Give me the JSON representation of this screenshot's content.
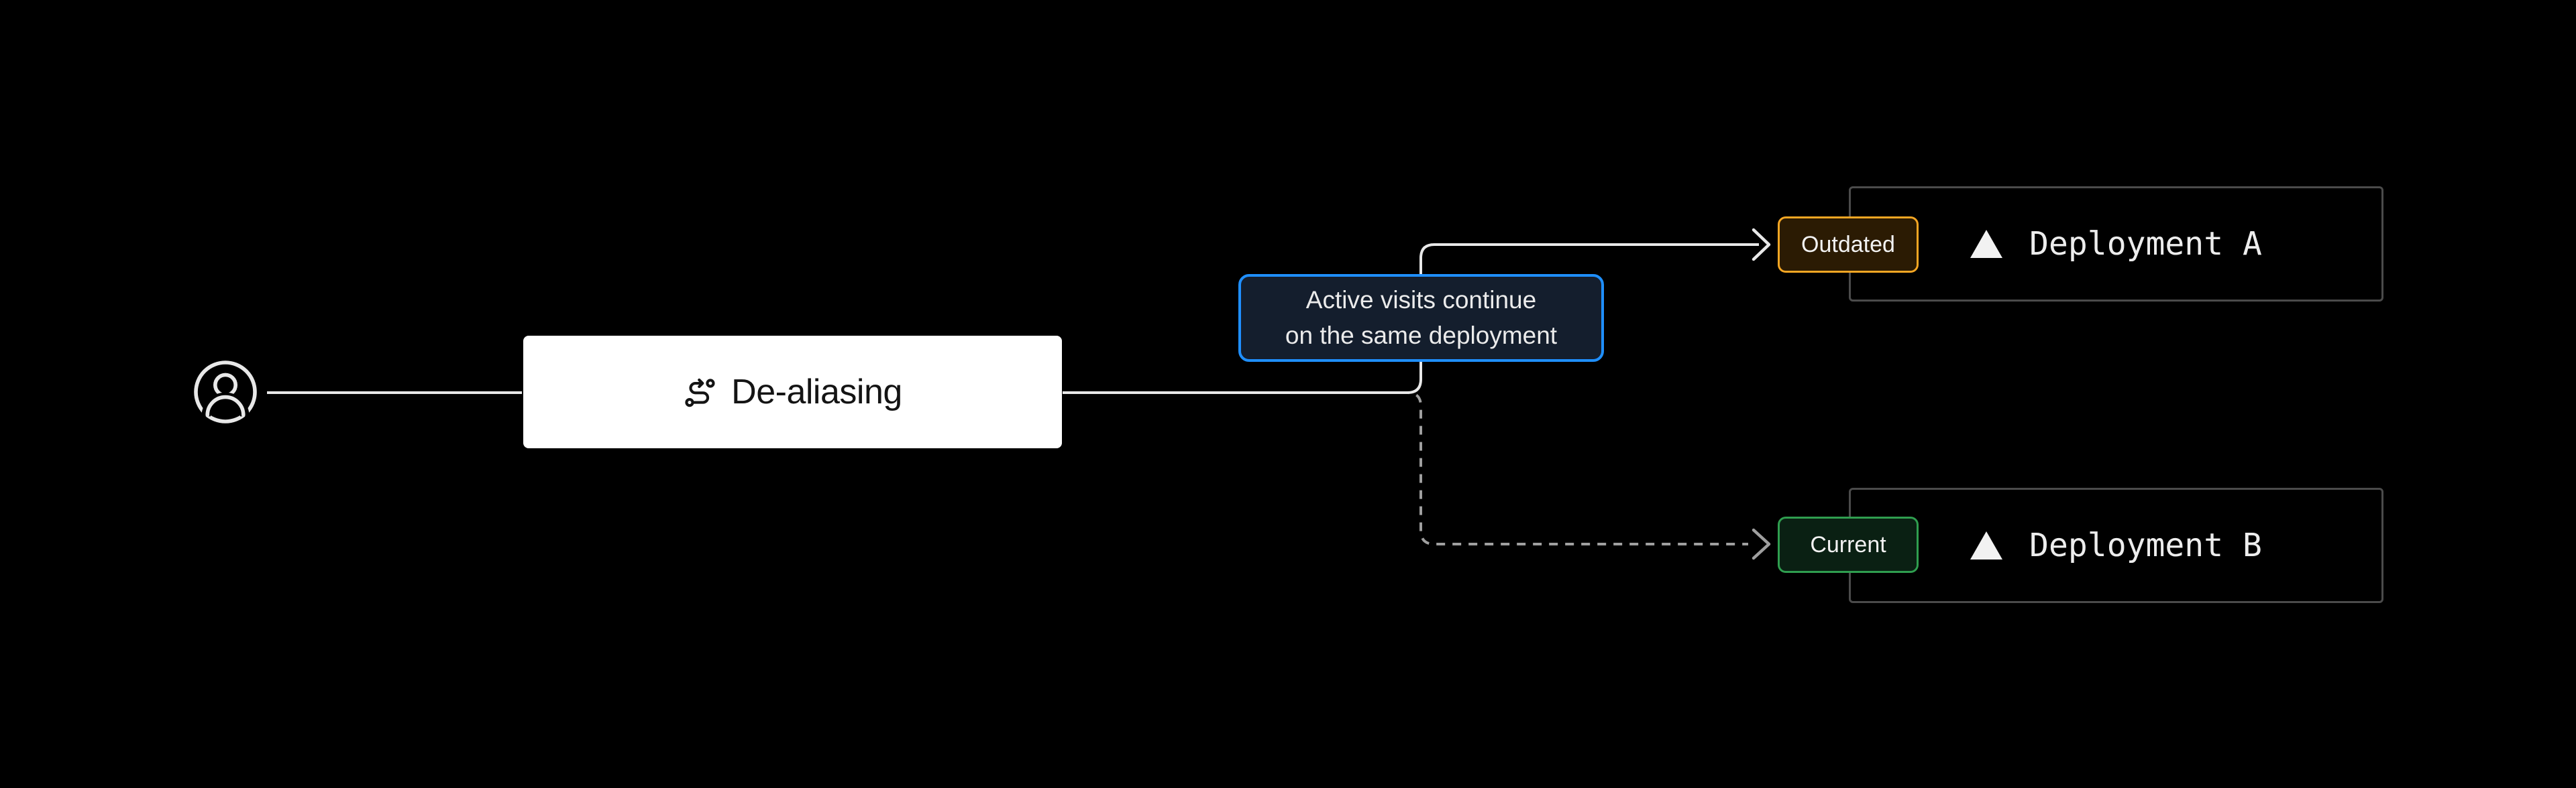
{
  "diagram": {
    "background": "#000000",
    "user": {
      "icon": "user-circle-icon"
    },
    "dealiasing_node": {
      "label": "De-aliasing",
      "icon": "route-icon",
      "bg": "#ffffff",
      "text_color": "#141414"
    },
    "tooltip": {
      "line1": "Active visits continue",
      "line2": "on the same deployment",
      "bg": "#141e2d",
      "border_color": "#1f8fff",
      "text_color": "#ebebeb"
    },
    "deployments": [
      {
        "name": "Deployment A",
        "icon": "vercel-triangle-icon",
        "box_border_color": "#4b4b4b",
        "connector_style": "solid",
        "badge": {
          "label": "Outdated",
          "border_color": "#f5a623",
          "bg": "#2b1b03",
          "text_color": "#f2f2f2"
        }
      },
      {
        "name": "Deployment B",
        "icon": "vercel-triangle-icon",
        "box_border_color": "#4b4b4b",
        "connector_style": "dashed",
        "badge": {
          "label": "Current",
          "border_color": "#2f9e4f",
          "bg": "#0a2013",
          "text_color": "#f2f2f2"
        }
      }
    ],
    "connectors": {
      "solid_color": "#e8e8e8",
      "dashed_color": "#9f9f9f"
    }
  }
}
